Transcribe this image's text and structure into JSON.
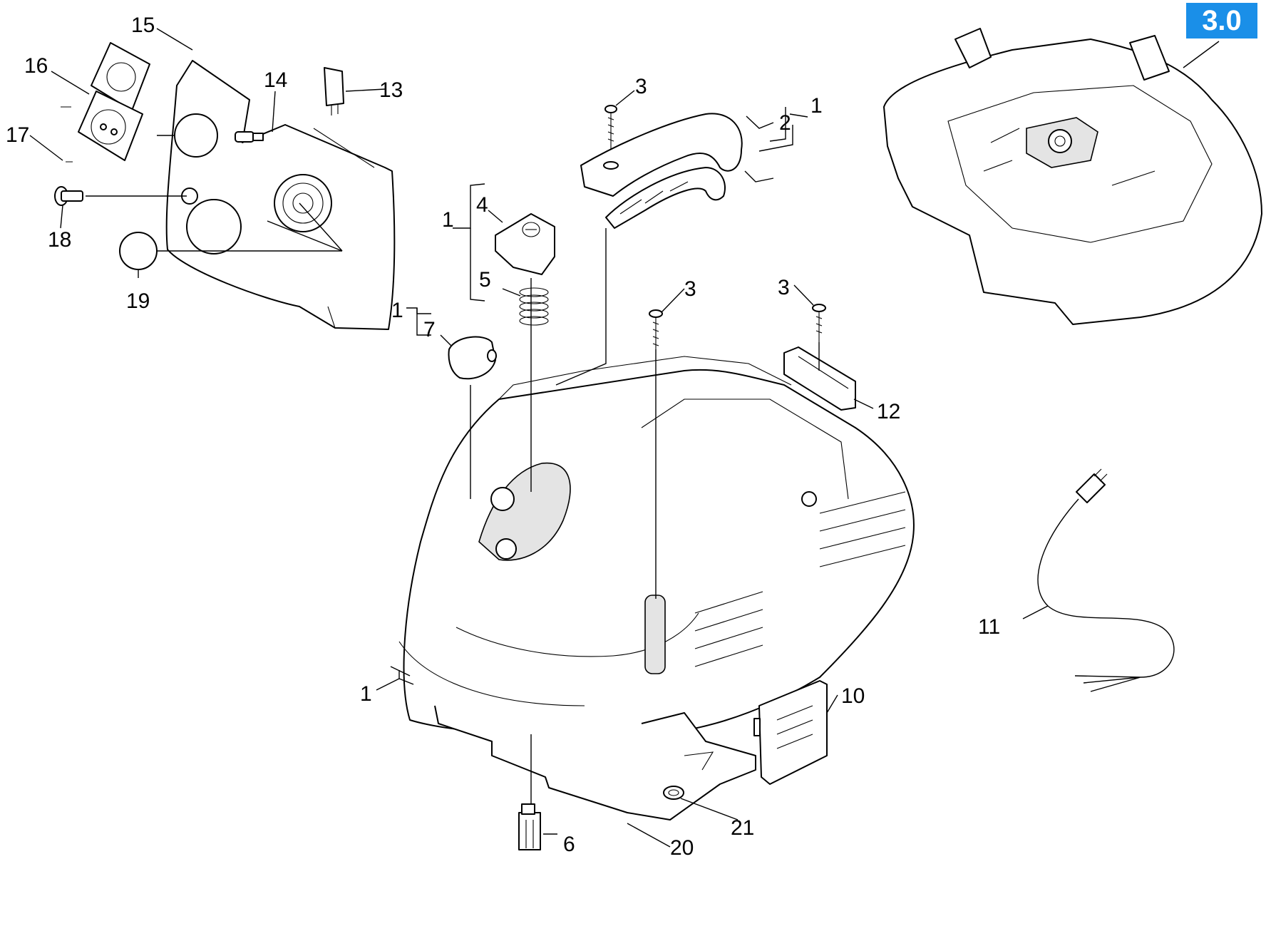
{
  "badge": {
    "text": "3.0",
    "color": "#1a8fe8"
  },
  "callouts": {
    "c1_handle": "1",
    "c2": "2",
    "c3_handle": "3",
    "c1_knob": "1",
    "c4": "4",
    "c5": "5",
    "c1_cap": "1",
    "c7": "7",
    "c3_center": "3",
    "c3_right": "3",
    "c12": "12",
    "c15": "15",
    "c14": "14",
    "c13": "13",
    "c16": "16",
    "c17": "17",
    "c18": "18",
    "c19": "19",
    "c1_bottom": "1",
    "c6": "6",
    "c20": "20",
    "c21": "21",
    "c10": "10",
    "c11": "11"
  },
  "parts_icons": [
    "housing",
    "carrying-handle",
    "screw",
    "knob-cap",
    "spring",
    "cover-cap",
    "socket-panel",
    "socket",
    "switch",
    "sealing-plug",
    "cover-disc",
    "power-cable",
    "latch",
    "base-frame",
    "connector",
    "grommet",
    "side-cover"
  ]
}
